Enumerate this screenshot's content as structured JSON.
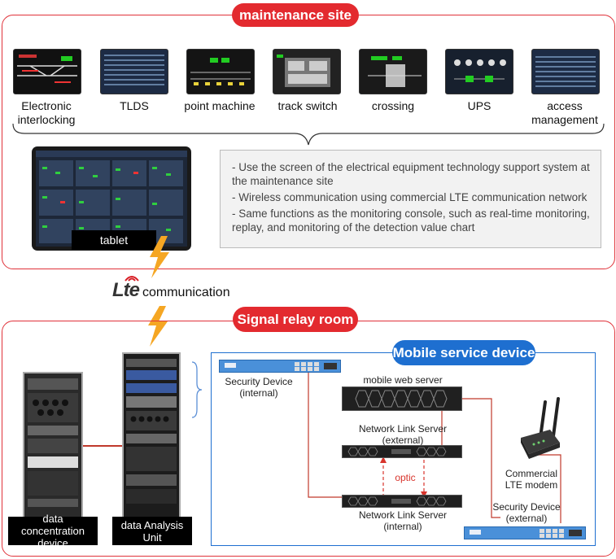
{
  "maintenance": {
    "title": "maintenance site",
    "thumbnails": [
      {
        "label": "Electronic interlocking"
      },
      {
        "label": "TLDS"
      },
      {
        "label": "point machine"
      },
      {
        "label": "track switch"
      },
      {
        "label": "crossing"
      },
      {
        "label": "UPS"
      },
      {
        "label": "access management"
      }
    ],
    "tablet_label": "tablet",
    "description": [
      "- Use the screen of the electrical equipment technology support system at the maintenance site",
      "- Wireless communication using commercial LTE communication network",
      "- Same functions as the monitoring console, such as real-time monitoring, replay, and monitoring of the detection value chart"
    ]
  },
  "lte": {
    "logo": "Lte",
    "label": "communication"
  },
  "relay_room": {
    "title": "Signal relay room",
    "rack_left_label": "data concentration device",
    "rack_right_label": "data Analysis Unit"
  },
  "mobile": {
    "title": "Mobile service device",
    "security_internal": "Security Device (internal)",
    "web_server": "mobile web server",
    "link_external": "Network Link Server (external)",
    "optic": "optic",
    "link_internal": "Network Link Server (internal)",
    "lte_modem": "Commercial LTE modem",
    "security_external": "Security Device (external)"
  },
  "colors": {
    "accent_red": "#e32a2f",
    "accent_blue": "#1e6fd0",
    "wire": "#c0392b"
  }
}
